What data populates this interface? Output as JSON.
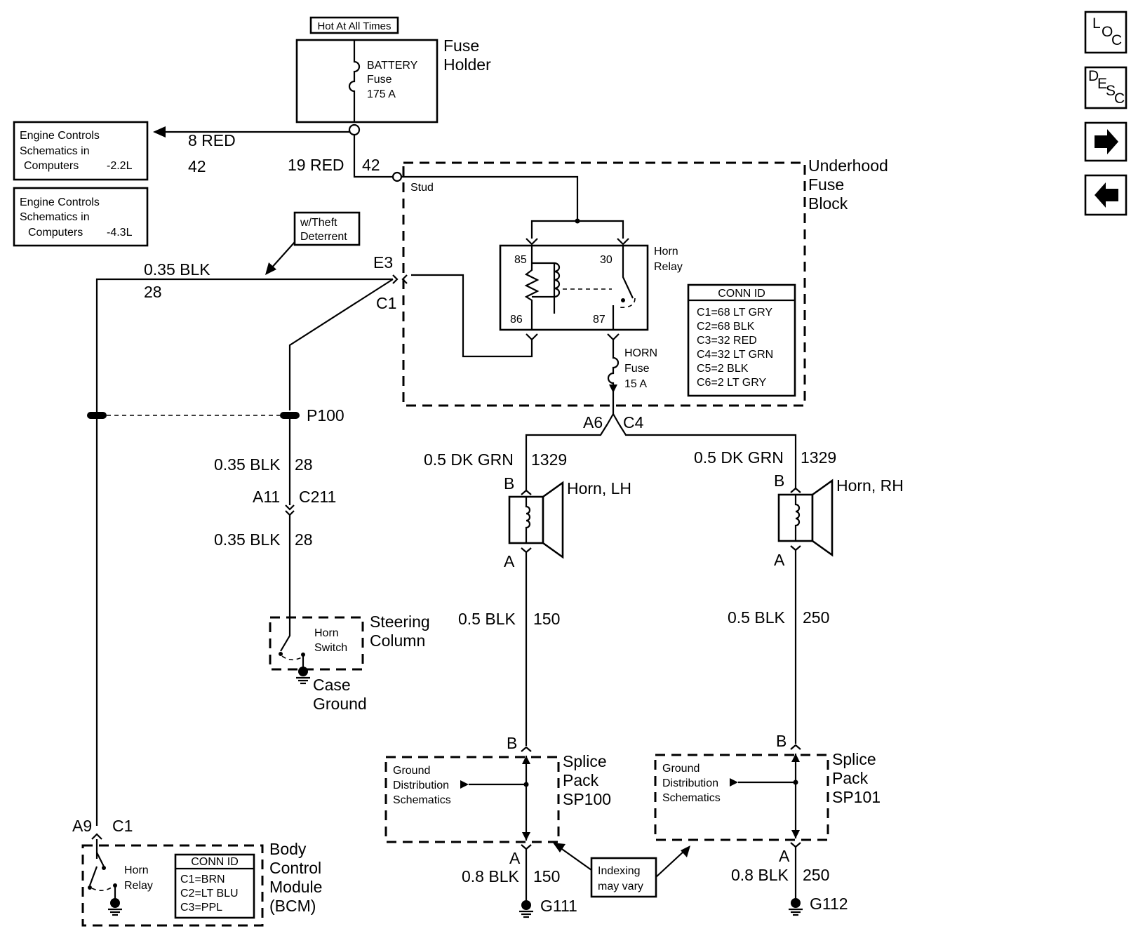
{
  "labels": {
    "hot_at_all_times": "Hot At All Times",
    "fuse_holder": [
      "Fuse",
      "Holder"
    ],
    "battery_fuse": [
      "BATTERY",
      "Fuse",
      "175 A"
    ],
    "engine_controls_22": [
      "Engine Controls",
      "Schematics in",
      "Computers",
      "-2.2L"
    ],
    "engine_controls_43": [
      "Engine Controls",
      "Schematics in",
      "Computers",
      "-4.3L"
    ],
    "wire_8red": "8 RED",
    "circuit_42a": "42",
    "wire_19red": "19 RED",
    "circuit_42b": "42",
    "underhood_fuse_block": [
      "Underhood",
      "Fuse",
      "Block"
    ],
    "stud": "Stud",
    "theft_deterrent": [
      "w/Theft",
      "Deterrent"
    ],
    "wire_035blk_top": "0.35 BLK",
    "circuit_28_top": "28",
    "e3": "E3",
    "c1_top": "C1",
    "horn_relay": [
      "Horn",
      "Relay"
    ],
    "relay_pins": [
      "85",
      "30",
      "86",
      "87"
    ],
    "horn_fuse": [
      "HORN",
      "Fuse",
      "15 A"
    ],
    "conn_id_ufb": {
      "title": "CONN ID",
      "rows": [
        "C1=68 LT GRY",
        "C2=68 BLK",
        "C3=32 RED",
        "C4=32 LT GRN",
        "C5=2 BLK",
        "C6=2 LT GRY"
      ]
    },
    "p100": "P100",
    "wire_035blk_a": "0.35 BLK",
    "circuit_28_a": "28",
    "a11": "A11",
    "c211": "C211",
    "wire_035blk_b": "0.35 BLK",
    "circuit_28_b": "28",
    "steering_column": [
      "Steering",
      "Column"
    ],
    "horn_switch": [
      "Horn",
      "Switch"
    ],
    "case_ground": [
      "Case",
      "Ground"
    ],
    "a6": "A6",
    "c4": "C4",
    "wire_dkgrn_lh": "0.5 DK GRN",
    "circuit_1329_lh": "1329",
    "wire_dkgrn_rh": "0.5 DK GRN",
    "circuit_1329_rh": "1329",
    "horn_lh": "Horn, LH",
    "horn_rh": "Horn, RH",
    "pin_b_lh": "B",
    "pin_a_lh": "A",
    "pin_b_rh": "B",
    "pin_a_rh": "A",
    "wire_05blk_lh": "0.5 BLK",
    "circuit_150_lh": "150",
    "wire_05blk_rh": "0.5 BLK",
    "circuit_250_rh": "250",
    "pin_b_sp100": "B",
    "pin_a_sp100": "A",
    "pin_b_sp101": "B",
    "pin_a_sp101": "A",
    "ground_dist_sp100": [
      "Ground",
      "Distribution",
      "Schematics"
    ],
    "ground_dist_sp101": [
      "Ground",
      "Distribution",
      "Schematics"
    ],
    "splice_pack_sp100": [
      "Splice",
      "Pack",
      "SP100"
    ],
    "splice_pack_sp101": [
      "Splice",
      "Pack",
      "SP101"
    ],
    "wire_08blk_lh": "0.8 BLK",
    "circuit_150_g": "150",
    "wire_08blk_rh": "0.8 BLK",
    "circuit_250_g": "250",
    "g111": "G111",
    "g112": "G112",
    "indexing": [
      "Indexing",
      "may vary"
    ],
    "a9": "A9",
    "c1_bcm": "C1",
    "bcm_horn_relay": [
      "Horn",
      "Relay"
    ],
    "conn_id_bcm": {
      "title": "CONN ID",
      "rows": [
        "C1=BRN",
        "C2=LT BLU",
        "C3=PPL"
      ]
    },
    "bcm": [
      "Body",
      "Control",
      "Module",
      "(BCM)"
    ]
  },
  "nav": {
    "loc": [
      "L",
      "O",
      "C"
    ],
    "desc": [
      "D",
      "E",
      "S",
      "C"
    ],
    "forward_icon": "arrow-right-icon",
    "back_icon": "arrow-left-icon"
  }
}
